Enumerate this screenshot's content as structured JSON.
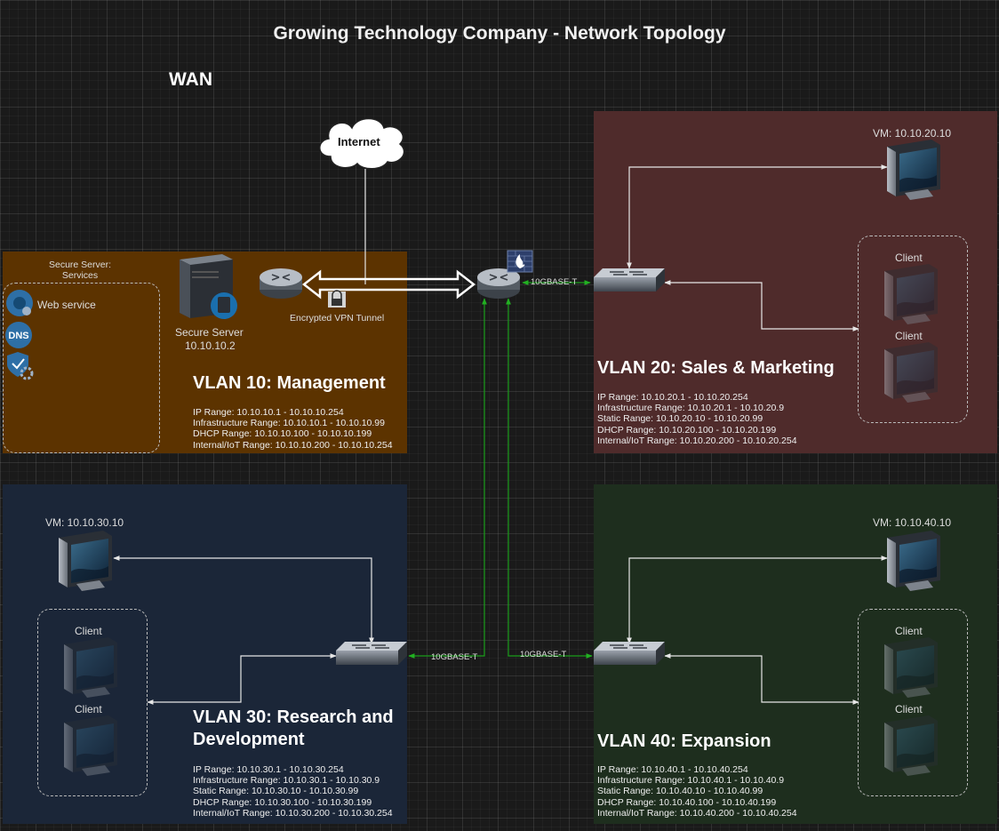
{
  "title": "Growing Technology Company - Network Topology",
  "wan_label": "WAN",
  "internet_label": "Internet",
  "vpn_label": "Encrypted VPN Tunnel",
  "link_speed": "10GBASE-T",
  "colors": {
    "vlan10": "#5c3300",
    "vlan20": "#4f2b2b",
    "vlan30": "#1b2638",
    "vlan40": "#1e2e1e",
    "trunk": "#1a9e1a"
  },
  "vlan10": {
    "title": "VLAN 10: Management",
    "services_box": {
      "title_line1": "Secure Server:",
      "title_line2": "Services",
      "web_service": "Web service"
    },
    "server": {
      "name": "Secure Server",
      "ip": "10.10.10.2"
    },
    "info": [
      "IP Range: 10.10.10.1 - 10.10.10.254",
      "Infrastructure Range: 10.10.10.1 - 10.10.10.99",
      "DHCP Range: 10.10.10.100 - 10.10.10.199",
      "Internal/IoT Range: 10.10.10.200 - 10.10.10.254"
    ]
  },
  "vlan20": {
    "title": "VLAN 20: Sales & Marketing",
    "vm": "VM: 10.10.20.10",
    "clients": [
      "Client",
      "Client"
    ],
    "info": [
      "IP Range: 10.10.20.1 - 10.10.20.254",
      "Infrastructure Range: 10.10.20.1 - 10.10.20.9",
      "Static Range: 10.10.20.10 - 10.10.20.99",
      "DHCP Range: 10.10.20.100 - 10.10.20.199",
      "Internal/IoT Range: 10.10.20.200 - 10.10.20.254"
    ]
  },
  "vlan30": {
    "title_line1": "VLAN 30: Research and",
    "title_line2": "Development",
    "vm": "VM: 10.10.30.10",
    "clients": [
      "Client",
      "Client"
    ],
    "info": [
      "IP Range: 10.10.30.1 - 10.10.30.254",
      "Infrastructure Range: 10.10.30.1 - 10.10.30.9",
      "Static Range: 10.10.30.10 - 10.10.30.99",
      "DHCP Range: 10.10.30.100 - 10.10.30.199",
      "Internal/IoT Range: 10.10.30.200 - 10.10.30.254"
    ]
  },
  "vlan40": {
    "title": "VLAN 40: Expansion",
    "vm": "VM: 10.10.40.10",
    "clients": [
      "Client",
      "Client"
    ],
    "info": [
      "IP Range: 10.10.40.1 - 10.10.40.254",
      "Infrastructure Range: 10.10.40.1 - 10.10.40.9",
      "Static Range: 10.10.40.10 - 10.10.40.99",
      "DHCP Range: 10.10.40.100 - 10.10.40.199",
      "Internal/IoT Range: 10.10.40.200 - 10.10.40.254"
    ]
  }
}
